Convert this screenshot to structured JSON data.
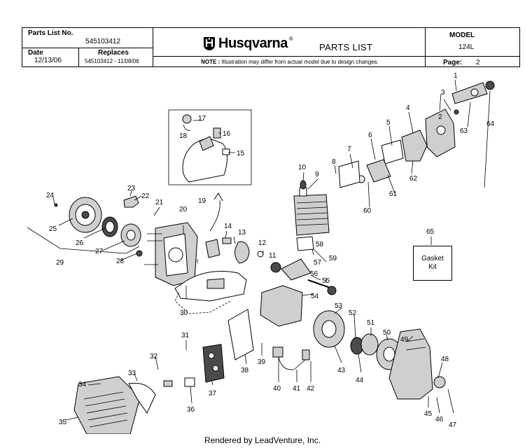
{
  "header": {
    "parts_list_no_label": "Parts List No.",
    "parts_list_no": "545103412",
    "date_label": "Date",
    "date": "12/13/06",
    "replaces_label": "Replaces",
    "replaces": "545103412 - 11/08/06",
    "brand": "Husqvarna",
    "brand_mark": "®",
    "title": "PARTS LIST",
    "note_label": "NOTE :",
    "note_text": "Illustration may differ from actual model due to design changes.",
    "model_label": "MODEL",
    "model": "124L",
    "page_label": "Page:",
    "page": "2"
  },
  "diagram": {
    "callouts": [
      "1",
      "2",
      "3",
      "4",
      "5",
      "6",
      "7",
      "8",
      "9",
      "10",
      "11",
      "12",
      "13",
      "14",
      "15",
      "16",
      "17",
      "18",
      "19",
      "20",
      "21",
      "22",
      "23",
      "24",
      "25",
      "26",
      "27",
      "28",
      "29",
      "30",
      "31",
      "32",
      "33",
      "34",
      "35",
      "36",
      "37",
      "38",
      "39",
      "40",
      "41",
      "42",
      "43",
      "44",
      "45",
      "46",
      "47",
      "48",
      "49",
      "50",
      "51",
      "52",
      "53",
      "54",
      "55",
      "56",
      "57",
      "58",
      "59",
      "60",
      "61",
      "62",
      "63",
      "64",
      "65"
    ],
    "kit_label_line1": "Gasket",
    "kit_label_line2": "Kit"
  },
  "footer": {
    "text": "Rendered by LeadVenture, Inc."
  }
}
